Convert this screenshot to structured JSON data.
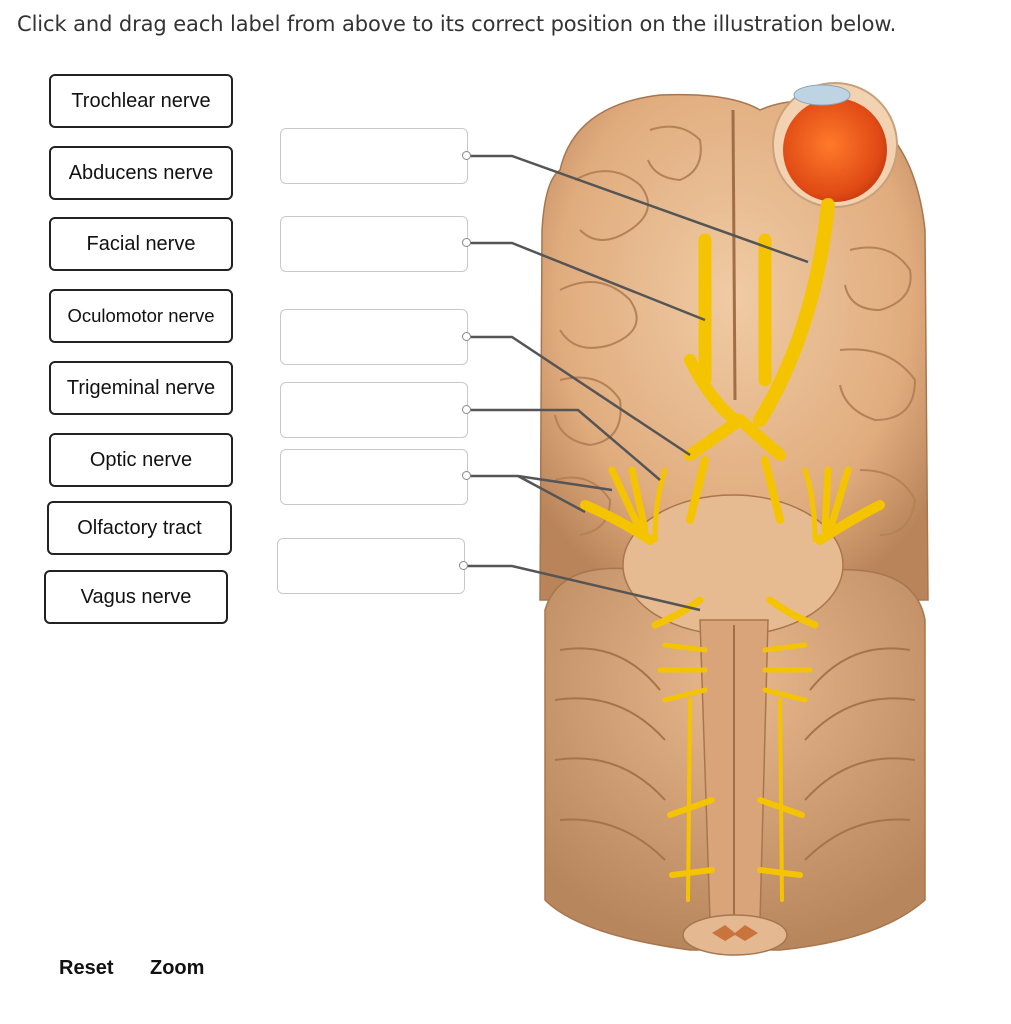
{
  "instruction": "Click and drag each label from above to its correct position on the illustration below.",
  "labels": [
    "Trochlear nerve",
    "Abducens nerve",
    "Facial nerve",
    "Oculomotor nerve",
    "Trigeminal nerve",
    "Optic nerve",
    "Olfactory tract",
    "Vagus nerve"
  ],
  "drop_zones": [
    "",
    "",
    "",
    "",
    "",
    ""
  ],
  "footer": {
    "reset": "Reset",
    "zoom": "Zoom"
  },
  "colors": {
    "nerve": "#f5c400",
    "brain": "#e7bb91",
    "brain_dark": "#b9845a",
    "eye": "#e9561d",
    "leader": "#555555"
  }
}
